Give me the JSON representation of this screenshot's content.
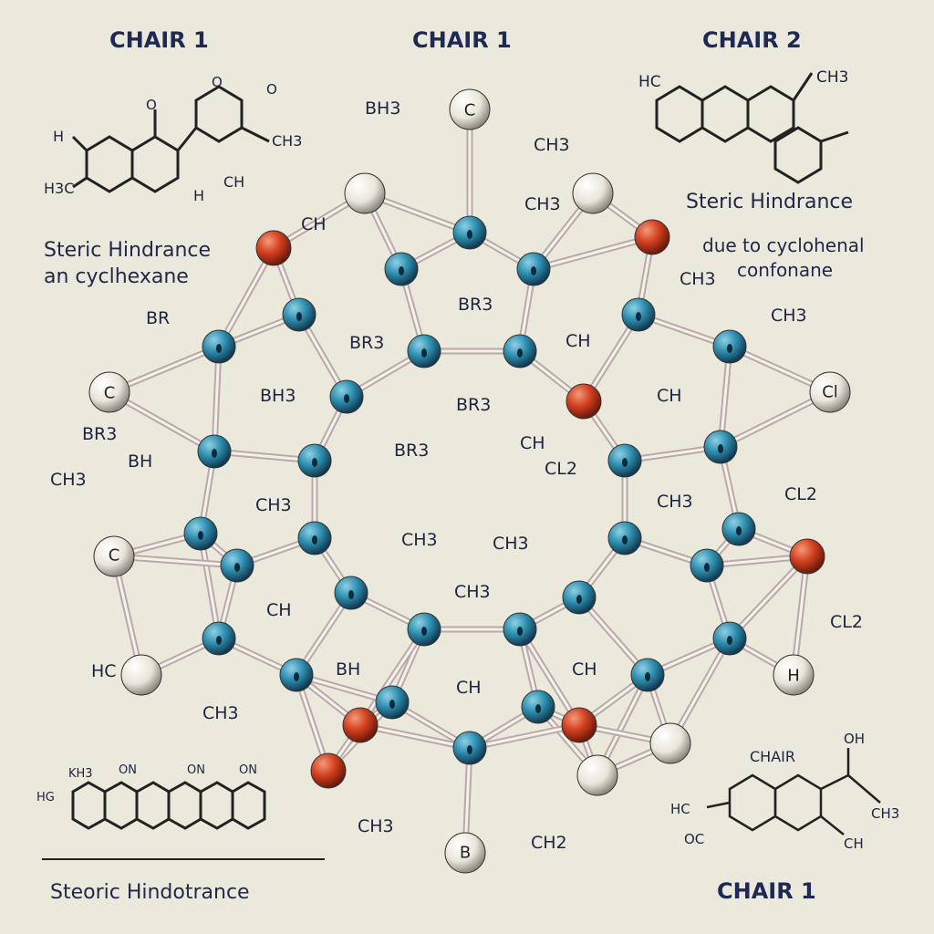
{
  "titles": {
    "left": "CHAIR 1",
    "center": "CHAIR 1",
    "right": "CHAIR 2",
    "bottom_right": "CHAIR 1",
    "bottom_right_small": "CHAIR"
  },
  "captions": {
    "left_line1": "Steric Hindrance",
    "left_line2": "an cyclhexane",
    "right_line1": "Steric Hindrance",
    "right_line2": "due to cyclohenal",
    "right_line3": "confonane",
    "bottom_left": "Steoric Hindotrance"
  },
  "small_molecules": {
    "top_left": [
      "O",
      "O",
      "O",
      "H",
      "CH3",
      "H3C",
      "CH",
      "H"
    ],
    "top_right": [
      "HC",
      "CH3"
    ],
    "bottom_left": [
      "KH3",
      "ON",
      "ON",
      "ON",
      "HG"
    ],
    "bottom_right": [
      "OH",
      "HC",
      "CH3",
      "OC",
      "CH"
    ]
  },
  "atom_labels": {
    "top": "C",
    "left_upper": "C",
    "left_lower": "C",
    "right": "Cl",
    "right_lower": "H",
    "bottom": "B"
  },
  "group_labels": {
    "bh3_top": "BH3",
    "ch3_top": "CH3",
    "ch_top_mid": "CH3",
    "ch3_left_top": "CH",
    "br_left": "BR",
    "br3_a": "BR3",
    "br_center": "BR3",
    "bh3_mid": "BH3",
    "br3_center2": "BR3",
    "br3_center3": "BR3",
    "br3_left": "BR3",
    "bh_left": "BH",
    "ch_right_a": "CH",
    "ch_right_b": "CH",
    "ch_center_r": "CH",
    "ch3_right": "CH3",
    "ch3_far_right": "CH3",
    "cl2_a": "CL2",
    "cl2_b": "CL2",
    "cl2_c": "CL2",
    "ch_left": "CH3",
    "ch3_inner_left": "CH3",
    "ch3_center": "CH3",
    "ch3_center_r": "CH3",
    "ch3_inner_r": "CH3",
    "ch_inner_left": "CH",
    "ch3_bottom_mid": "CH3",
    "ch_bottom_mid": "CH",
    "ch_bottom_r": "CH",
    "bh_bottom": "BH",
    "hc_left": "HC",
    "ch3_bottom_left": "CH3",
    "ch3_bottom": "CH3",
    "ch2_bottom": "CH2"
  },
  "colors": {
    "carbon": "#2e8fb0",
    "oxygen": "#d2401f",
    "hydrogen": "#e9e6dc",
    "bond": "#b9a9a8",
    "ink": "#1e2440"
  }
}
